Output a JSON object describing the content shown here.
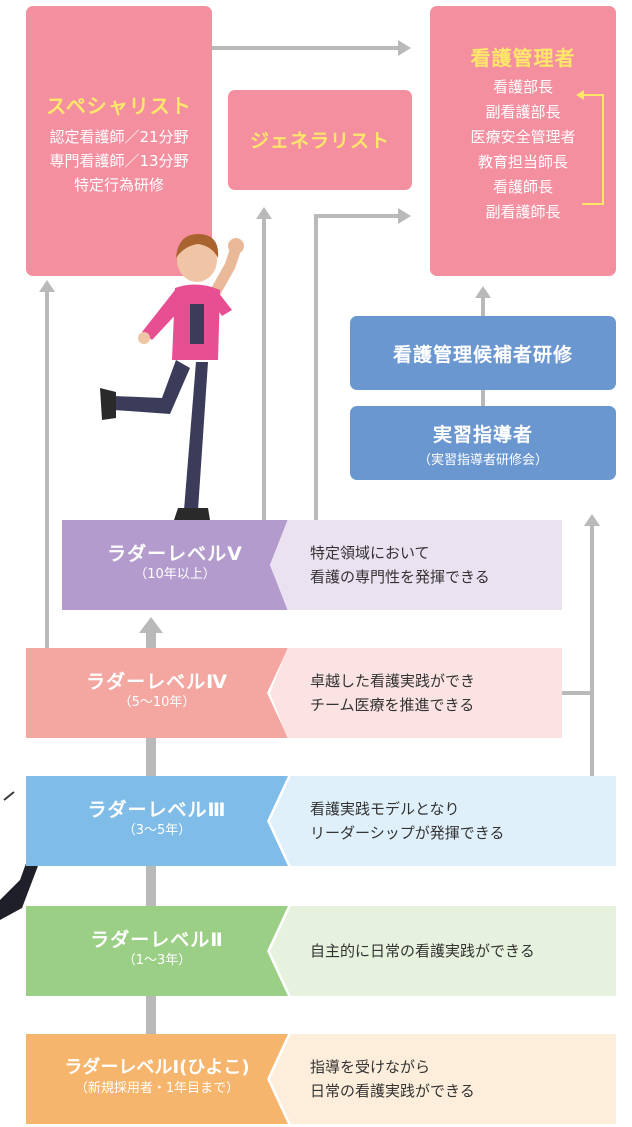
{
  "top": {
    "specialist": {
      "title": "スペシャリスト",
      "lines": [
        "認定看護師／21分野",
        "専門看護師／13分野",
        "特定行為研修"
      ]
    },
    "generalist": {
      "title": "ジェネラリスト"
    },
    "manager": {
      "title": "看護管理者",
      "lines": [
        "看護部長",
        "副看護部長",
        "医療安全管理者",
        "教育担当師長",
        "看護師長",
        "副看護師長"
      ]
    }
  },
  "training": {
    "candidate": {
      "title": "看護管理候補者研修"
    },
    "instructor": {
      "title": "実習指導者",
      "sub": "（実習指導者研修会）"
    }
  },
  "levels": [
    {
      "name": "ラダーレベルⅤ",
      "sub": "（10年以上）",
      "desc": [
        "特定領域において",
        "看護の専門性を発揮できる"
      ],
      "color": "#b39ccd",
      "bg": "#ebe2f1"
    },
    {
      "name": "ラダーレベルⅣ",
      "sub": "（5～10年）",
      "desc": [
        "卓越した看護実践ができ",
        "チーム医療を推進できる"
      ],
      "color": "#f4a6a0",
      "bg": "#fce3e3"
    },
    {
      "name": "ラダーレベルⅢ",
      "sub": "（3～5年）",
      "desc": [
        "看護実践モデルとなり",
        "リーダーシップが発揮できる"
      ],
      "color": "#7fbce8",
      "bg": "#dff0fa"
    },
    {
      "name": "ラダーレベルⅡ",
      "sub": "（1～3年）",
      "desc": [
        "自主的に日常の看護実践ができる"
      ],
      "color": "#9ccf86",
      "bg": "#e6f2dd"
    },
    {
      "name": "ラダーレベルⅠ(ひよこ)",
      "sub": "（新規採用者・1年目まで）",
      "desc": [
        "指導を受けながら",
        "日常の看護実践ができる"
      ],
      "color": "#f6b56d",
      "bg": "#fdeedb"
    }
  ]
}
